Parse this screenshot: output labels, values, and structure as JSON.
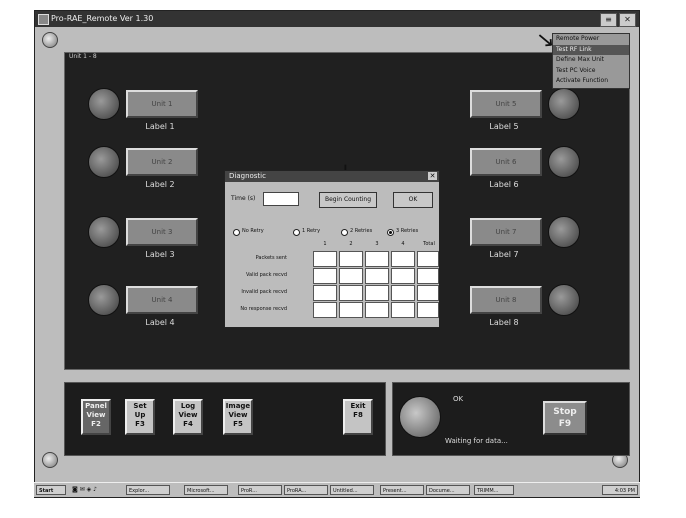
{
  "window": {
    "title": "Pro-RAE_Remote Ver 1.30"
  },
  "menu": {
    "items": [
      "Remote Power",
      "Test RF Link",
      "Define Max Unit",
      "Test PC Voice",
      "Activate Function"
    ],
    "selected_index": 1
  },
  "panel": {
    "tab": "Unit 1 - 8"
  },
  "units_left": [
    {
      "button": "Unit 1",
      "label": "Label 1"
    },
    {
      "button": "Unit 2",
      "label": "Label 2"
    },
    {
      "button": "Unit 3",
      "label": "Label 3"
    },
    {
      "button": "Unit 4",
      "label": "Label 4"
    }
  ],
  "units_right": [
    {
      "button": "Unit 5",
      "label": "Label 5"
    },
    {
      "button": "Unit 6",
      "label": "Label 6"
    },
    {
      "button": "Unit 7",
      "label": "Label 7"
    },
    {
      "button": "Unit 8",
      "label": "Label 8"
    }
  ],
  "dialog": {
    "title": "Diagnostic",
    "time_label": "Time (s)",
    "time_value": "",
    "begin_button": "Begin Counting",
    "ok_button": "OK",
    "radios": [
      "No Retry",
      "1 Retry",
      "2 Retries",
      "3 Retries"
    ],
    "radio_selected": 3,
    "columns": [
      "1",
      "2",
      "3",
      "4",
      "Total"
    ],
    "rows": [
      "Packets sent",
      "Valid pack recvd",
      "Invalid pack recvd",
      "No response recvd"
    ]
  },
  "function_keys": [
    {
      "line1": "Panel",
      "line2": "View",
      "key": "F2",
      "active": true
    },
    {
      "line1": "Set",
      "line2": "Up",
      "key": "F3",
      "active": false
    },
    {
      "line1": "Log",
      "line2": "View",
      "key": "F4",
      "active": false
    },
    {
      "line1": "Image",
      "line2": "View",
      "key": "F5",
      "active": false
    },
    {
      "line1": "Exit",
      "line2": "",
      "key": "F8",
      "active": false
    }
  ],
  "status": {
    "ok": "OK",
    "message": "Waiting for data...",
    "stop_label": "Stop",
    "stop_key": "F9"
  },
  "taskbar": {
    "start": "Start",
    "items": [
      "Explor...",
      "Microsoft...",
      "ProR...",
      "ProRA...",
      "Untitled...",
      "Present...",
      "Docume...",
      "TRIMM..."
    ],
    "clock": "4:03 PM"
  }
}
